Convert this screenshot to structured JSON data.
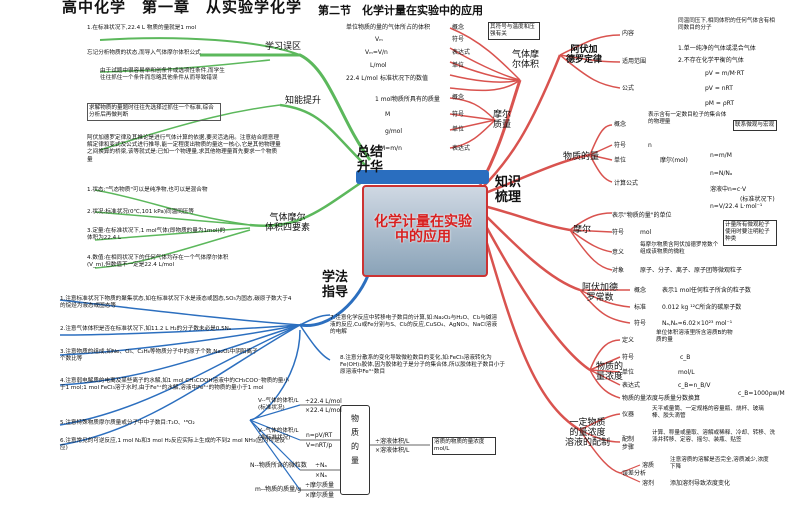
{
  "header": {
    "title": "高中化学　第一章　从实验学化学",
    "section": "第二节　化学计量在实验中的应用"
  },
  "center": {
    "title": "化学计量在实验中的应用",
    "zhishi": "知识\n梳理",
    "zongjie": "总结\n升华",
    "xuefa": "学法\n指导"
  },
  "left_branches": {
    "xuexi": "学习误区",
    "nengli": "知能提升",
    "qiti": "气体摩尔\n体积四要素"
  },
  "left_notes": {
    "n1": "1.在标准状况下,22.4 L 物质的量就是1 mol",
    "n2": "忘记分析物质的状态,而导入气体摩尔体积公式",
    "n3": "由于试题中很容易举和创条件或选项性条件,而学生往往抓住一个条件而忽略其他条件从而导致错误",
    "n4": "求解物质的量题时往往先选择过抓住一个标准,综合分析后再做判断",
    "n5": "阿伏加德罗定律及其推论是进行气体计算的依据,要灵活选用。注意结合题意理解定律和变式及公式进行推导,能一定程度出物质的量这一核心,它是其他物理量之间换算的桥梁,该等就式是:已知一个物理量,求其他物理量首先要求一个物质量",
    "q1": "1.状态:\"气态物质\"可以是纯净物,也可以是混合物",
    "q2": "2.状况:标准状况(0℃,101 kPa)同温同压等",
    "q3": "3.定量:在标准状况下,1 mol气体(即物质的量为1mol)的体积为22.4 L",
    "q4": "4.数值:在相同状况下的任何气体均存在一个气体摩尔体积(V_m),但数值不一定是22.4 L/mol"
  },
  "bottom_notes": [
    "1.注意标准状况下物质的聚集状态,如在标准状况下水是液态或固态,SO₃为固态,碳原子数大于4的烷烃为液态或固态等",
    "2.注意气体体积是否在标准状况下,如11.2 L H₂的分子数未必是0.5Nₐ",
    "3.注意物质的组成,如Ne、O₃、C₂H₆等物质分子中的原子个数,Na₂O₂中阴阳离子个数比等",
    "4.注意弱电解质的电离及某些离子的水解,如1 mol CH₃COOH溶液中的CH₃COO⁻物质的量小于1 mol;1 mol FeCl₃溶于水时,由于Fe³⁺的水解,溶液中Fe³⁺的物质的量小于1 mol",
    "5.注意特殊物质摩尔质量或分子中中子数目:T₂O、¹⁸O₂",
    "6.注意常见的可逆反应,1 mol N₂和3 mol H₂反应实际上生成的不到2 mol NH₃(因为可逆反应)",
    "7.注意化学反应中转移电子数目的计算,如:Na₂O₂与H₂O、Cl₂与碱溶液的反应,Cu或Fe分别与S、Cl₂的反应,CuSO₄、AgNO₃、NaCl溶液的电解",
    "8.注意分散系的变化导致微粒数目的变化,如:FeCl₃溶液转化为Fe(OH)₃胶体,因为胶体粒子是分子的集合体,所以胶体粒子数目小于原溶液中Fe³⁺数目"
  ],
  "molar_volume": {
    "branch": "气体摩\n尔体积",
    "def": "单位物质的量的气体所占的体积",
    "def_tag": "概念",
    "symbol": "Vₘ",
    "symbol_tag": "符号",
    "formula": "Vₘ=V/n",
    "formula_tag": "表达式",
    "unit": "L/mol",
    "unit_tag": "单位",
    "std": "22.4 L/mol",
    "std_tag": "标准状况下的数值",
    "note": "其符号与温度和压强有关"
  },
  "molar_mass": {
    "branch": "摩尔\n质量",
    "def": "1 mol物质所具有的质量",
    "def_tag": "概念",
    "symbol": "M",
    "symbol_tag": "符号",
    "unit": "g/mol",
    "unit_tag": "单位",
    "formula": "M=m/n",
    "formula_tag": "表达式"
  },
  "avogadro_law": {
    "branch": "阿伏加\n德罗定律",
    "content_tag": "内容",
    "content": "同温同压下,相同体积的任何气体含有相同数目的分子",
    "scope_tag": "适用范围",
    "scope1": "1.单一纯净的气体或混合气体",
    "scope2": "2.不存在化学平衡的气体",
    "formula_tag": "公式",
    "f1": "pV = m/M·RT",
    "f2": "pV = nRT",
    "f3": "pM = ρRT"
  },
  "amount": {
    "branch": "物质的量",
    "def_tag": "概念",
    "def": "表示含有一定数目粒子的集合体的物理量",
    "link": "联系微观与宏观",
    "symbol_tag": "符号",
    "symbol": "n",
    "unit_tag": "单位",
    "unit": "摩尔(mol)",
    "calc_tag": "计算公式",
    "c1": "n=m/M",
    "c2": "n=N/Nₐ",
    "c3": "溶液中n=c·V",
    "c4": "n=V/22.4 L·mol⁻¹",
    "c4_note": "(标准状况下)"
  },
  "mole": {
    "branch": "摩尔",
    "unit_of": "表示\"物质的量\"的单位",
    "symbol_tag": "符号",
    "symbol": "mol",
    "meaning_tag": "意义",
    "meaning": "每摩尔物质含阿伏加德罗常数个组成该物质的微粒",
    "meaning_note": "计量所有微观粒子使用时要注明粒子种类",
    "object_tag": "对象",
    "object": "原子、分子、离子、原子团等微观粒子"
  },
  "avogadro_const": {
    "branch": "阿伏加德\n罗常数",
    "def_tag": "概念",
    "def": "表示1 mol任何粒子所含的粒子数",
    "std_tag": "标准",
    "std": "0.012 kg ¹²C所含的碳原子数",
    "symbol_tag": "符号",
    "symbol": "Nₐ,Nₐ≈6.02×10²³ mol⁻¹"
  },
  "concentration": {
    "branch": "物质的\n量浓度",
    "def_tag": "定义",
    "def": "单位体积溶液里所含溶质B的物质的量",
    "symbol_tag": "符号",
    "symbol": "c_B",
    "unit_tag": "单位",
    "unit": "mol/L",
    "expr_tag": "表达式",
    "expr": "c_B=n_B/V",
    "rel": "物质的量浓度与质量分数换算",
    "rel_formula": "c_B=1000ρw/M"
  },
  "prep": {
    "branch": "一定物质\n的量浓度\n溶液的配制",
    "inst_tag": "仪器",
    "inst": "天平或量筒、一定规格的容量瓶、烧杯、玻璃棒、胶头滴管",
    "steps_tag": "配制\n步骤",
    "steps": "计算、称量或量取、溶解或稀释、冷却、转移、洗涤并转移、定容、摇匀、装瓶、贴签",
    "err_tag": "误差分析",
    "e1_tag": "溶质",
    "e1": "注意溶质的溶解是否完全,溶质减少,浓度下降",
    "e2_tag": "溶剂",
    "e2": "添加溶剂导致浓度变化"
  },
  "conversion": {
    "center": "物质的量",
    "left1": "V--气体的体积/L (标准状况)",
    "left2": "V--气体的体积/L (非标准状况)",
    "left3": "N--物质所含的微粒数",
    "left4": "m--物质的质量/g",
    "r1": "÷22.4 L/mol",
    "r1b": "×22.4 L/mol",
    "r2": "n=pV/RT",
    "r2b": "V=nRT/p",
    "r3": "÷Nₐ",
    "r3b": "×Nₐ",
    "r4": "÷摩尔质量",
    "r4b": "×摩尔质量",
    "right1": "÷溶液体积/L",
    "right1b": "×溶液体积/L",
    "right_end": "溶质的物质的量浓度mol/L"
  }
}
